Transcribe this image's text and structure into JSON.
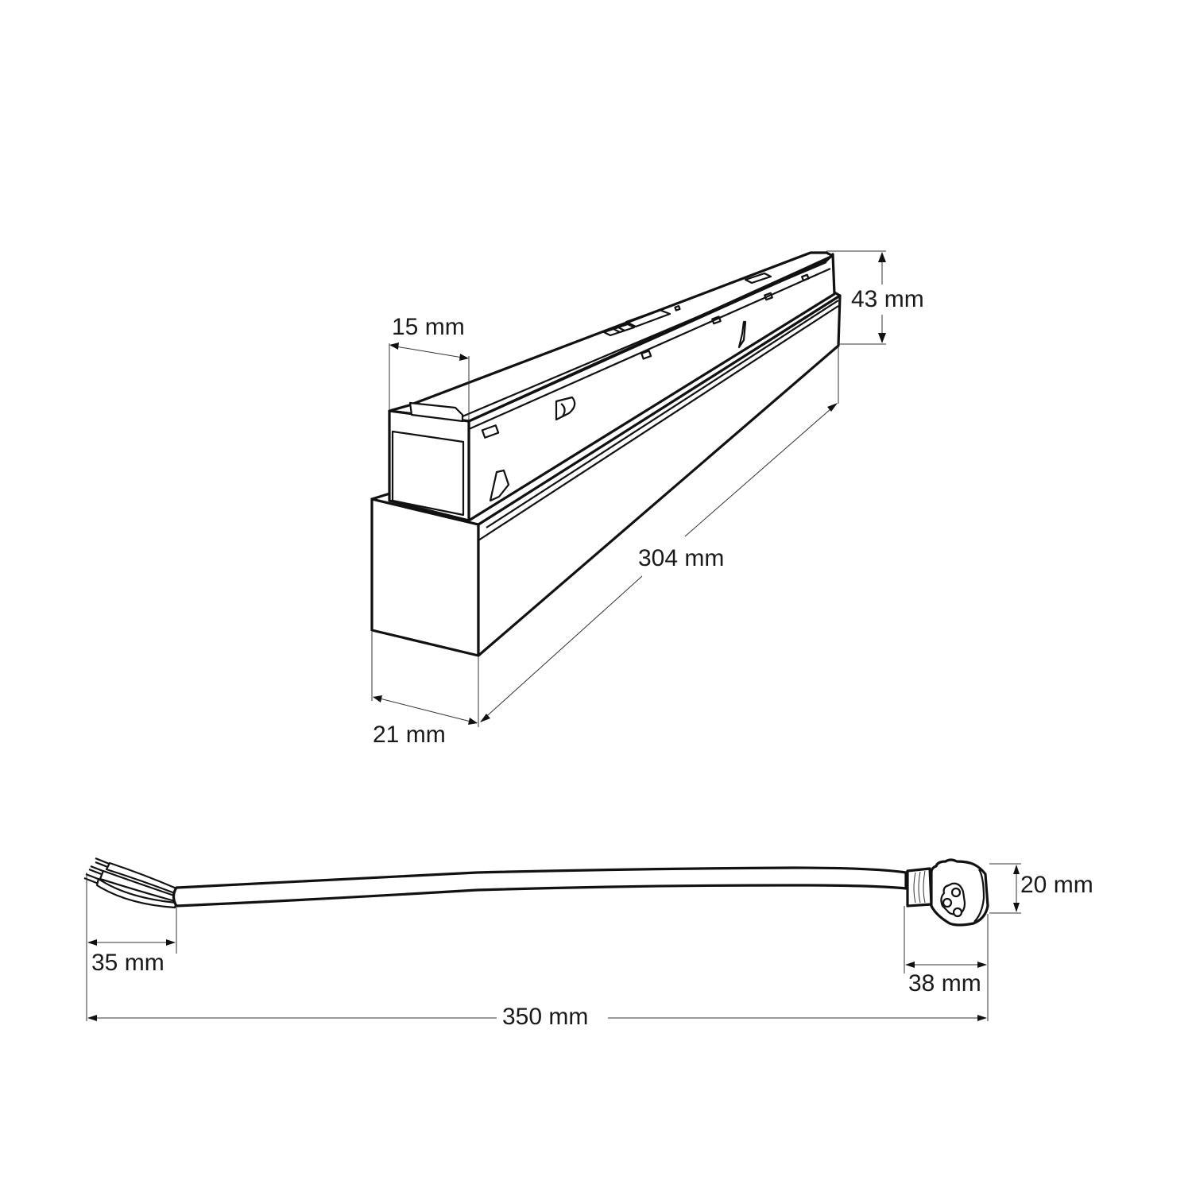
{
  "diagram": {
    "type": "technical-dimension-drawing",
    "subject": "linear track light module with connector cable",
    "colors": {
      "line": "#111111",
      "dimension_line": "#333333",
      "background": "#ffffff",
      "text": "#1a1a1a"
    }
  },
  "luminaire": {
    "dimensions": {
      "top_width": {
        "label": "15 mm",
        "value": 15,
        "unit": "mm"
      },
      "height": {
        "label": "43 mm",
        "value": 43,
        "unit": "mm"
      },
      "length": {
        "label": "304 mm",
        "value": 304,
        "unit": "mm"
      },
      "bottom_width": {
        "label": "21 mm",
        "value": 21,
        "unit": "mm"
      }
    }
  },
  "cable": {
    "dimensions": {
      "stripped_wires": {
        "label": "35 mm",
        "value": 35,
        "unit": "mm"
      },
      "connector_height": {
        "label": "20 mm",
        "value": 20,
        "unit": "mm"
      },
      "connector_length": {
        "label": "38 mm",
        "value": 38,
        "unit": "mm"
      },
      "total_length": {
        "label": "350 mm",
        "value": 350,
        "unit": "mm"
      }
    }
  }
}
